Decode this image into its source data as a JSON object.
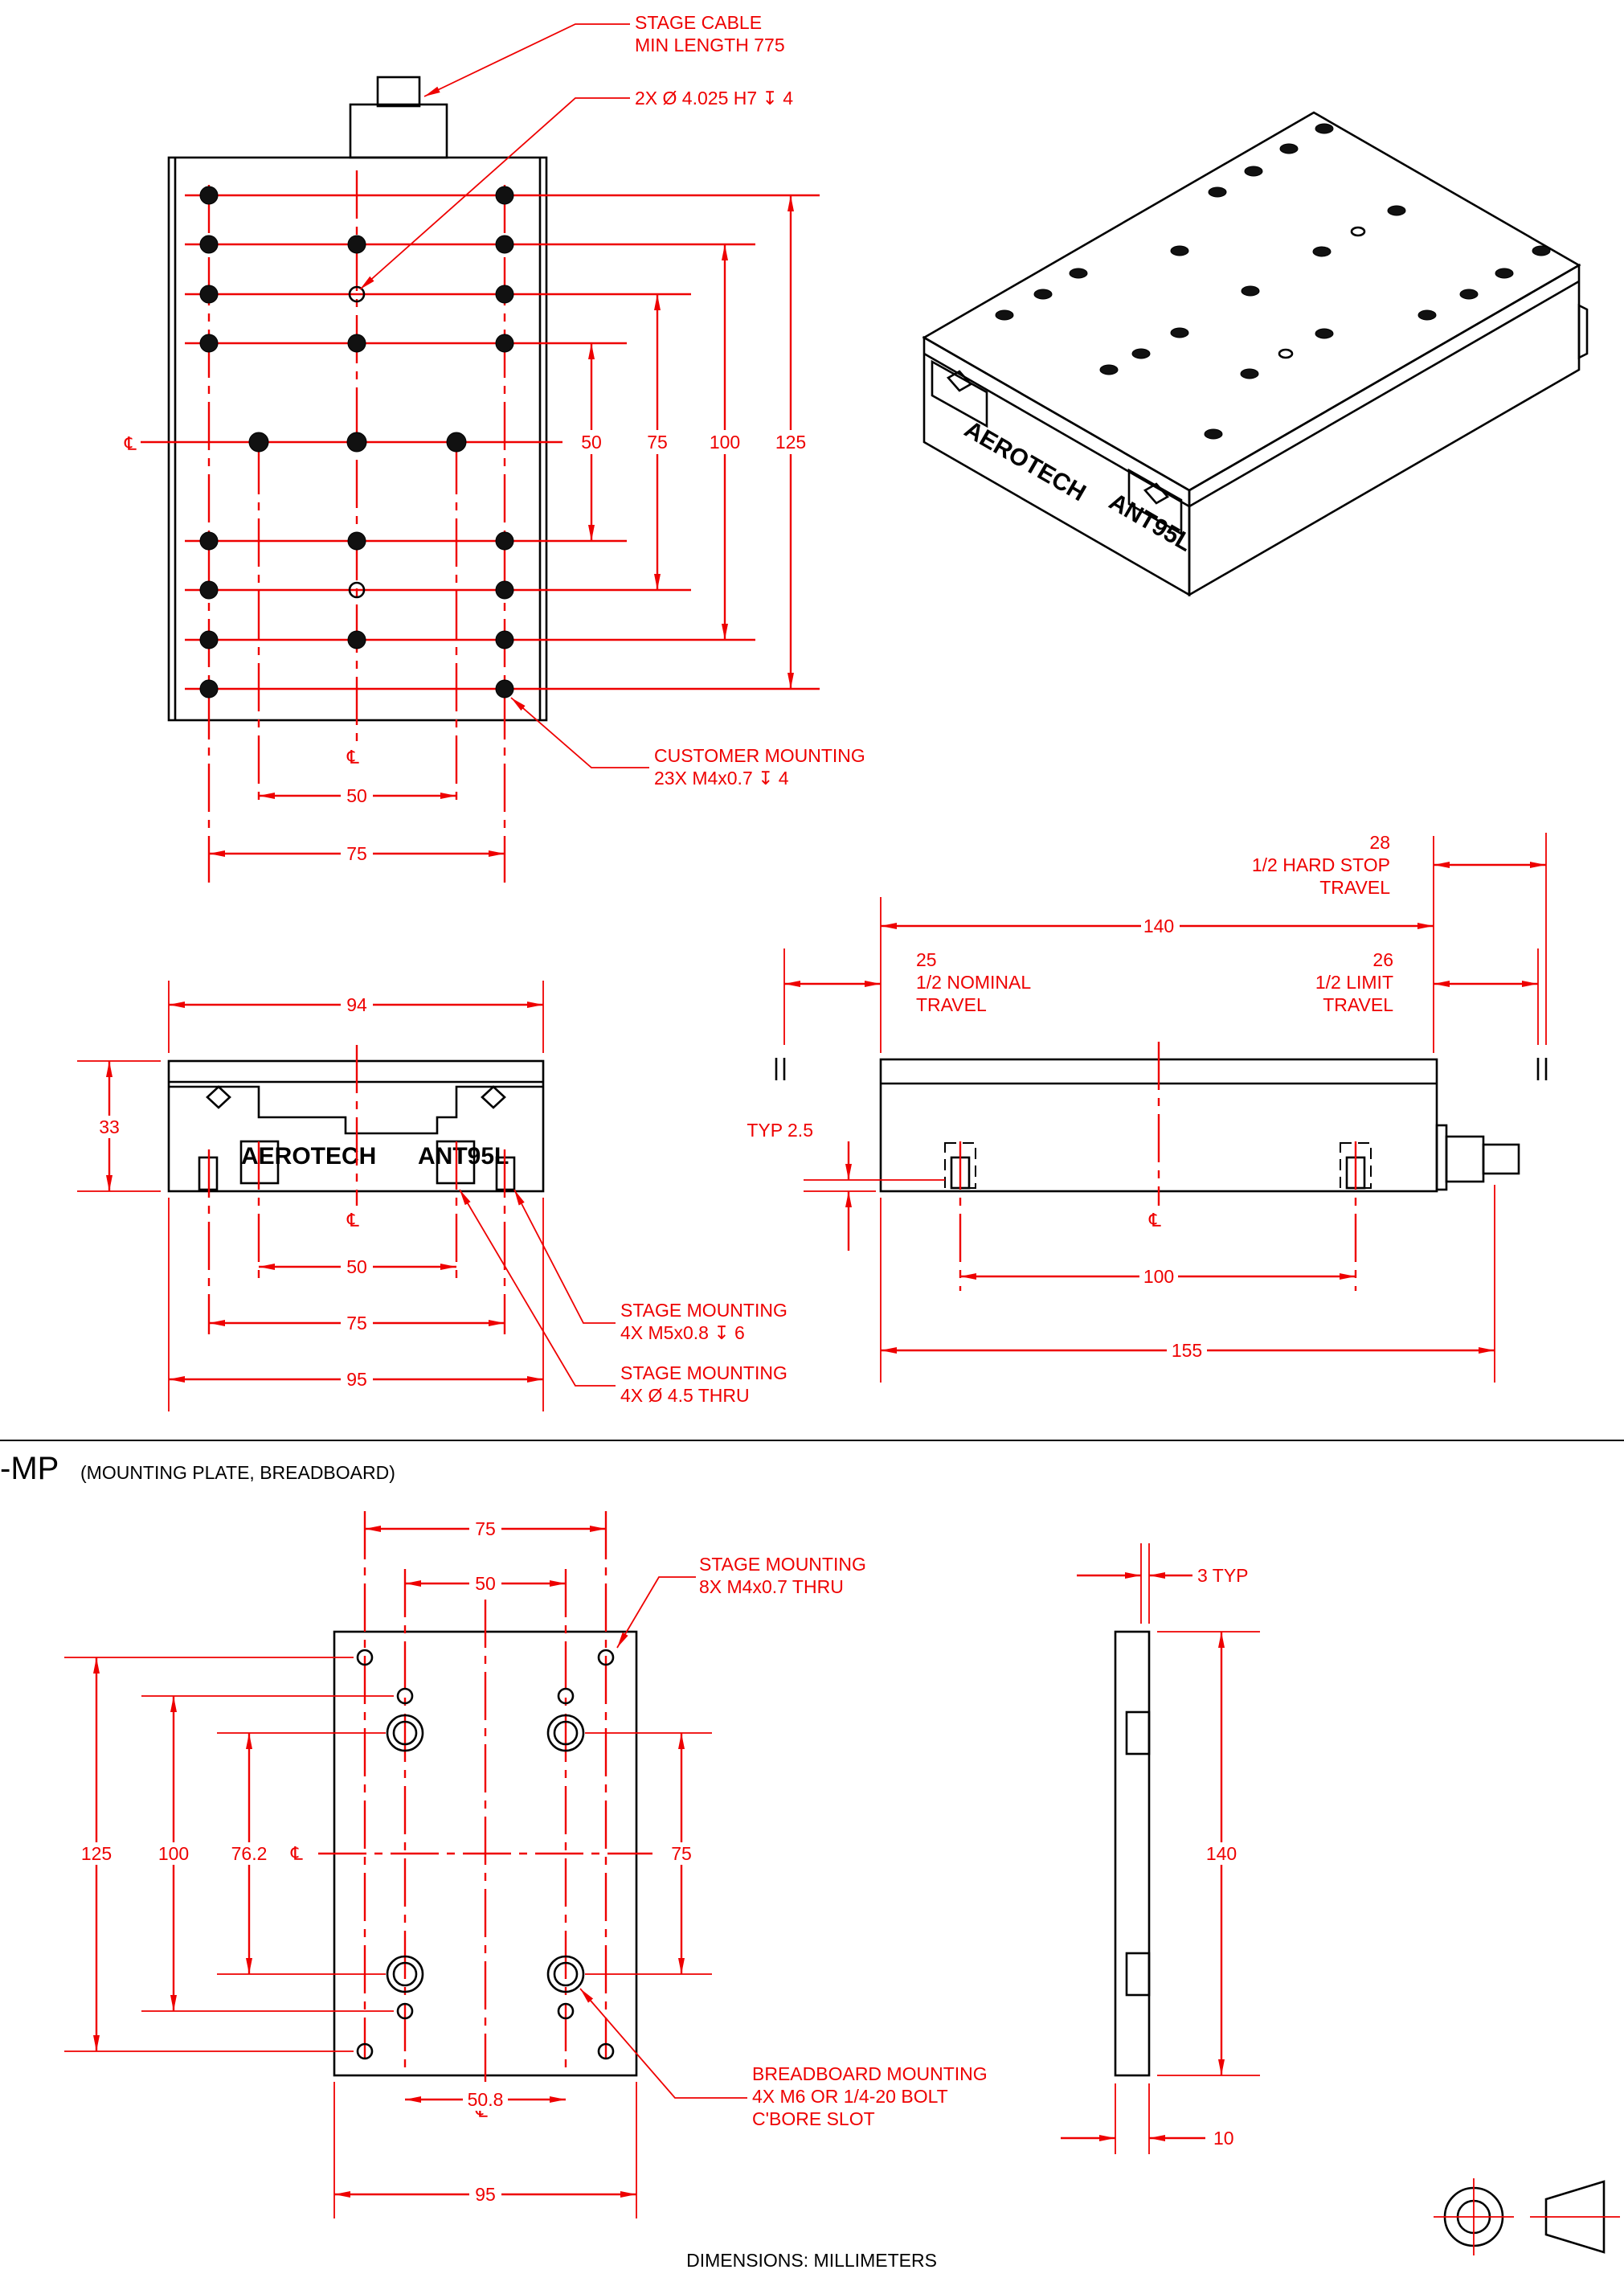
{
  "notes": {
    "stage_cable": [
      "STAGE CABLE",
      "MIN LENGTH 775"
    ],
    "bore": "2X Ø 4.025 H7 ↧ 4",
    "customer_mounting": [
      "CUSTOMER MOUNTING",
      "23X M4x0.7 ↧ 4"
    ],
    "stage_mounting_tapped": [
      "STAGE MOUNTING",
      "4X M5x0.8 ↧ 6"
    ],
    "stage_mounting_thru": [
      "STAGE MOUNTING",
      "4X Ø 4.5 THRU"
    ],
    "hard_stop": [
      "28",
      "1/2 HARD STOP",
      "TRAVEL"
    ],
    "nominal": [
      "25",
      "1/2 NOMINAL",
      "TRAVEL"
    ],
    "limit": [
      "26",
      "1/2 LIMIT",
      "TRAVEL"
    ],
    "typ_2_5": "TYP 2.5",
    "plate_stage_mounting": [
      "STAGE MOUNTING",
      "8X M4x0.7 THRU"
    ],
    "breadboard_mounting": [
      "BREADBOARD MOUNTING",
      "4X M6 OR 1/4-20 BOLT",
      "C'BORE SLOT"
    ],
    "three_typ": "3 TYP",
    "units": "DIMENSIONS:  MILLIMETERS"
  },
  "section_title": {
    "code": "-MP",
    "name": "(MOUNTING PLATE, BREADBOARD)"
  },
  "logo": {
    "brand": "AEROTECH",
    "model": "ANT95L"
  },
  "dims": {
    "top_vertical": [
      "50",
      "75",
      "100",
      "125"
    ],
    "top_horizontal": [
      "50",
      "75"
    ],
    "front_width": "94",
    "front_height": "33",
    "front_bottom": [
      "50",
      "75",
      "95"
    ],
    "side_length": "140",
    "side_bottom": [
      "100",
      "155"
    ],
    "plate_vertical_left": [
      "125",
      "100",
      "76.2"
    ],
    "plate_vertical_right": "75",
    "plate_top": [
      "75",
      "50"
    ],
    "plate_bottom": [
      "50.8",
      "95"
    ],
    "plate_side_height": "140",
    "plate_side_thickness": "10"
  },
  "centerline_symbol": "℄",
  "colors": {
    "dimension": "#ee0000",
    "outline": "#000000"
  }
}
